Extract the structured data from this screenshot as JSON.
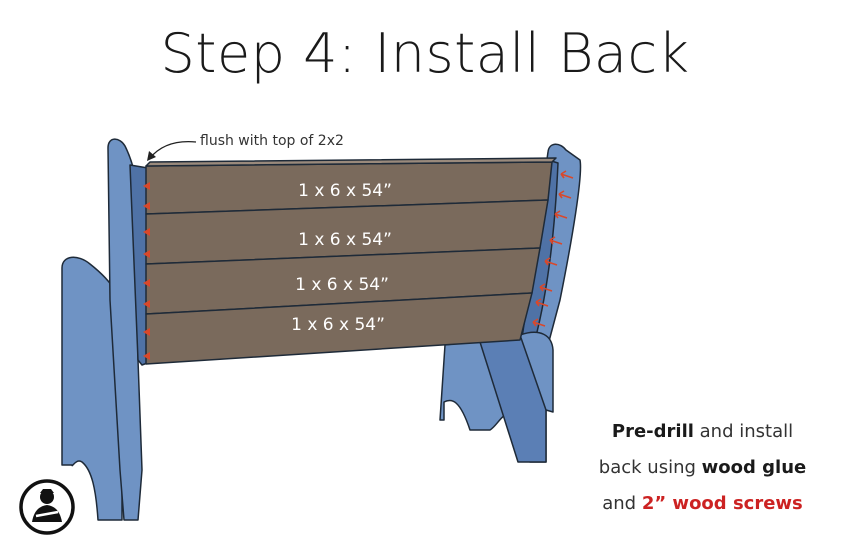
{
  "title": "Step 4: Install Back",
  "callout": "flush with top of 2x2",
  "boards": [
    {
      "label": "1 x 6 x 54”"
    },
    {
      "label": "1 x 6 x 54”"
    },
    {
      "label": "1 x 6 x 54”"
    },
    {
      "label": "1 x 6 x 54”"
    }
  ],
  "instructions": {
    "line1_bold": "Pre-drill",
    "line1_rest": " and install",
    "line2_rest": "back using ",
    "line2_bold": "wood glue",
    "line3_rest": "and ",
    "line3_red": "2” wood screws"
  },
  "colors": {
    "frame_blue": "#6f93c4",
    "frame_blue_dark": "#4f72a6",
    "board_brown": "#7a6a5c",
    "outline": "#1e2a38",
    "screw_red": "#d9482b",
    "emphasis_red": "#cc2222"
  },
  "logo": {
    "icon": "woodworker-logo-icon"
  }
}
